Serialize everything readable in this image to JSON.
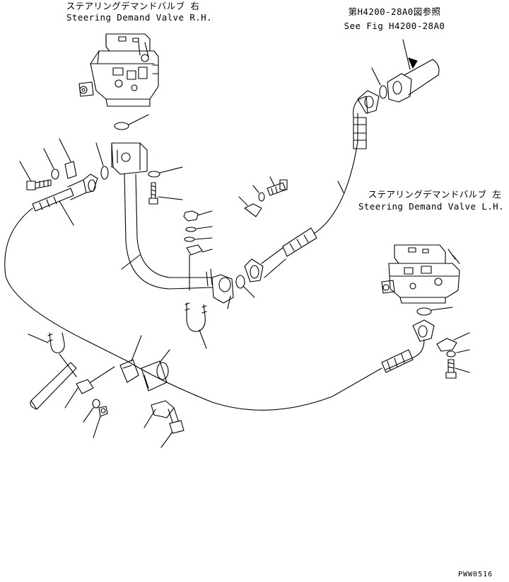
{
  "labels": {
    "rh_valve_jp": "ステアリングデマンドバルブ 右",
    "rh_valve_en": "Steering Demand Valve R.H.",
    "ref_jp": "第H4200-28A0図参照",
    "ref_en": "See Fig H4200-28A0",
    "lh_valve_jp": "ステアリングデマンドバルブ 左",
    "lh_valve_en": "Steering Demand Valve L.H.",
    "drawing_code": "PWW0516"
  },
  "colors": {
    "line": "#000000",
    "background": "#ffffff"
  }
}
